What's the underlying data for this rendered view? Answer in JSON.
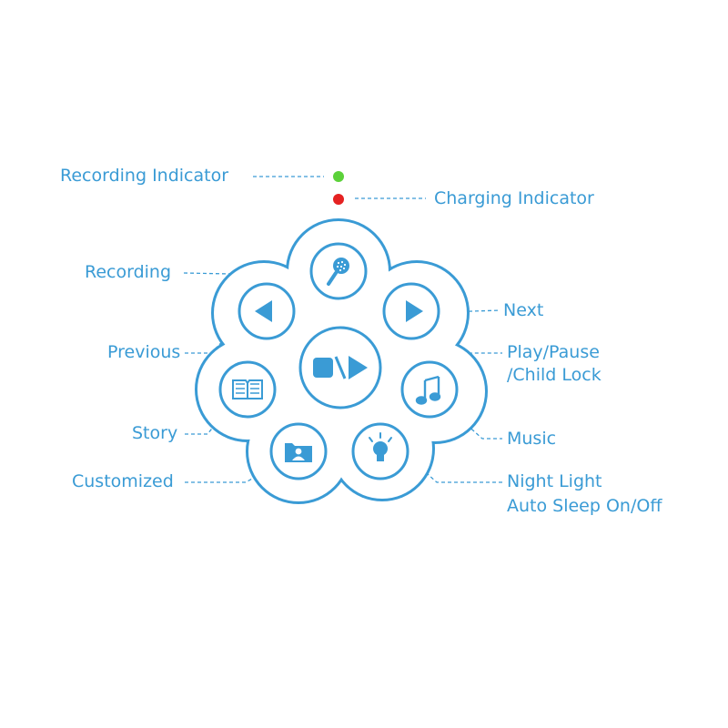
{
  "colors": {
    "accent": "#3a9bd5",
    "recording_led": "#5cd13a",
    "charging_led": "#e52222",
    "background": "#ffffff"
  },
  "indicators": {
    "recording": "Recording Indicator",
    "charging": "Charging Indicator"
  },
  "buttons": {
    "recording": {
      "label": "Recording",
      "icon": "microphone-icon"
    },
    "previous": {
      "label": "Previous",
      "icon": "triangle-left-icon"
    },
    "next": {
      "label": "Next",
      "icon": "triangle-right-icon"
    },
    "play_pause": {
      "label_line1": "Play/Pause",
      "label_line2": "/Child Lock",
      "icon": "play-pause-icon"
    },
    "story": {
      "label": "Story",
      "icon": "open-book-icon"
    },
    "music": {
      "label": "Music",
      "icon": "music-note-icon"
    },
    "customized": {
      "label": "Customized",
      "icon": "folder-person-icon"
    },
    "night_light": {
      "label_line1": "Night Light",
      "label_line2": "Auto Sleep On/Off",
      "icon": "light-bulb-icon"
    }
  }
}
